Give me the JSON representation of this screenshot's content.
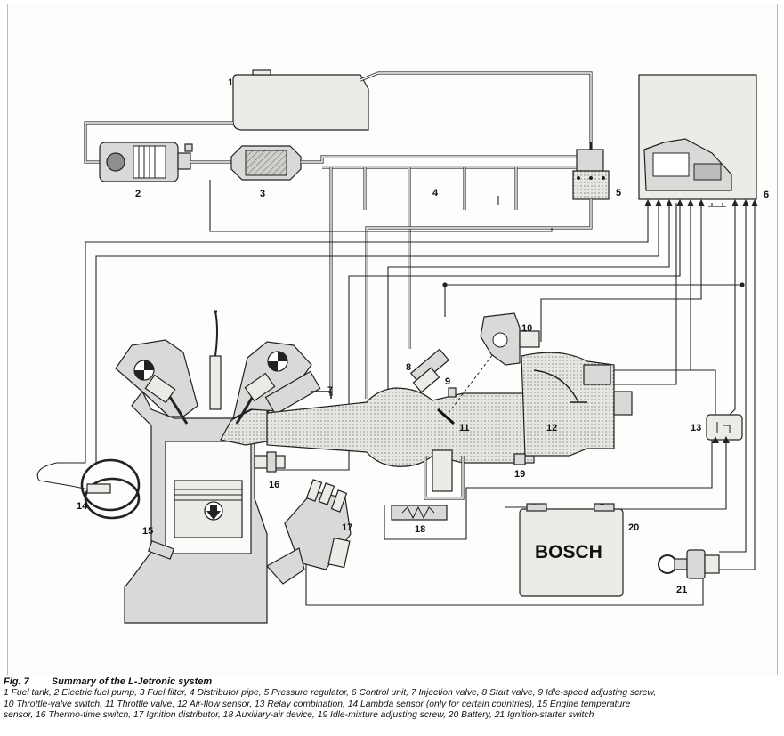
{
  "caption": {
    "fig_number": "Fig. 7",
    "title": "Summary of the L-Jetronic system",
    "lines": [
      "1 Fuel tank, 2 Electric fuel pump, 3 Fuel filter, 4 Distributor pipe, 5 Pressure regulator, 6 Control unit, 7 Injection valve, 8 Start valve, 9 Idle-speed adjusting screw,",
      "10 Throttle-valve switch, 11 Throttle valve, 12 Air-flow sensor, 13 Relay combination, 14 Lambda sensor (only for certain countries), 15 Engine temperature",
      "sensor, 16 Thermo-time switch, 17 Ignition distributor, 18 Auxiliary-air device, 19 Idle-mixture adjusting screw, 20 Battery, 21 Ignition-starter switch"
    ]
  },
  "labels": {
    "n1": "1",
    "n2": "2",
    "n3": "3",
    "n4": "4",
    "n5": "5",
    "n6": "6",
    "n7": "7",
    "n8": "8",
    "n9": "9",
    "n10": "10",
    "n11": "11",
    "n12": "12",
    "n13": "13",
    "n14": "14",
    "n15": "15",
    "n16": "16",
    "n17": "17",
    "n18": "18",
    "n19": "19",
    "n20": "20",
    "n21": "21"
  },
  "battery": {
    "brand": "BOSCH",
    "minus": "−",
    "plus": "+"
  }
}
